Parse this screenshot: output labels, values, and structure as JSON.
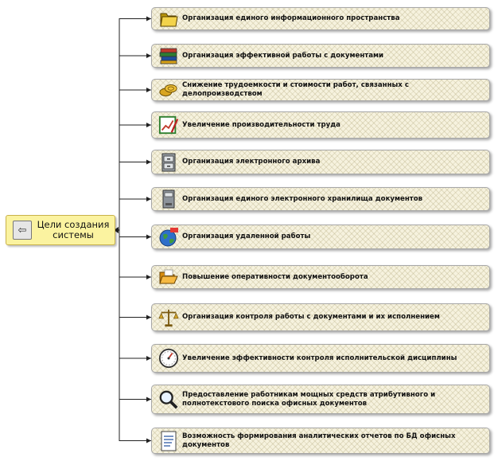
{
  "root": {
    "label": "Цели создания системы",
    "icon": "exit-door-icon"
  },
  "goals": [
    {
      "label": "Организация единого информационного пространства",
      "icon": "folders-icon"
    },
    {
      "label": "Организация эффективной работы с документами",
      "icon": "books-icon"
    },
    {
      "label": "Снижение трудоемкости и стоимости работ, связанных с делопроизводством",
      "icon": "coins-icon"
    },
    {
      "label": "Увеличение производительности труда",
      "icon": "chart-pen-icon"
    },
    {
      "label": "Организация электронного архива",
      "icon": "file-cabinet-icon"
    },
    {
      "label": "Организация единого электронного хранилища документов",
      "icon": "server-icon"
    },
    {
      "label": "Организация удаленной работы",
      "icon": "globe-icon"
    },
    {
      "label": "Повышение оперативности документооборота",
      "icon": "open-folder-icon"
    },
    {
      "label": "Организация контроля работы с документами и их исполнением",
      "icon": "scales-icon"
    },
    {
      "label": "Увеличение эффективности контроля исполнительской дисциплины",
      "icon": "gauge-icon"
    },
    {
      "label": "Предоставление работникам мощных средств атрибутивного и полнотекстового поиска офисных документов",
      "icon": "magnifier-icon"
    },
    {
      "label": "Возможность формирования аналитических отчетов по БД офисных документов",
      "icon": "report-icon"
    }
  ]
}
